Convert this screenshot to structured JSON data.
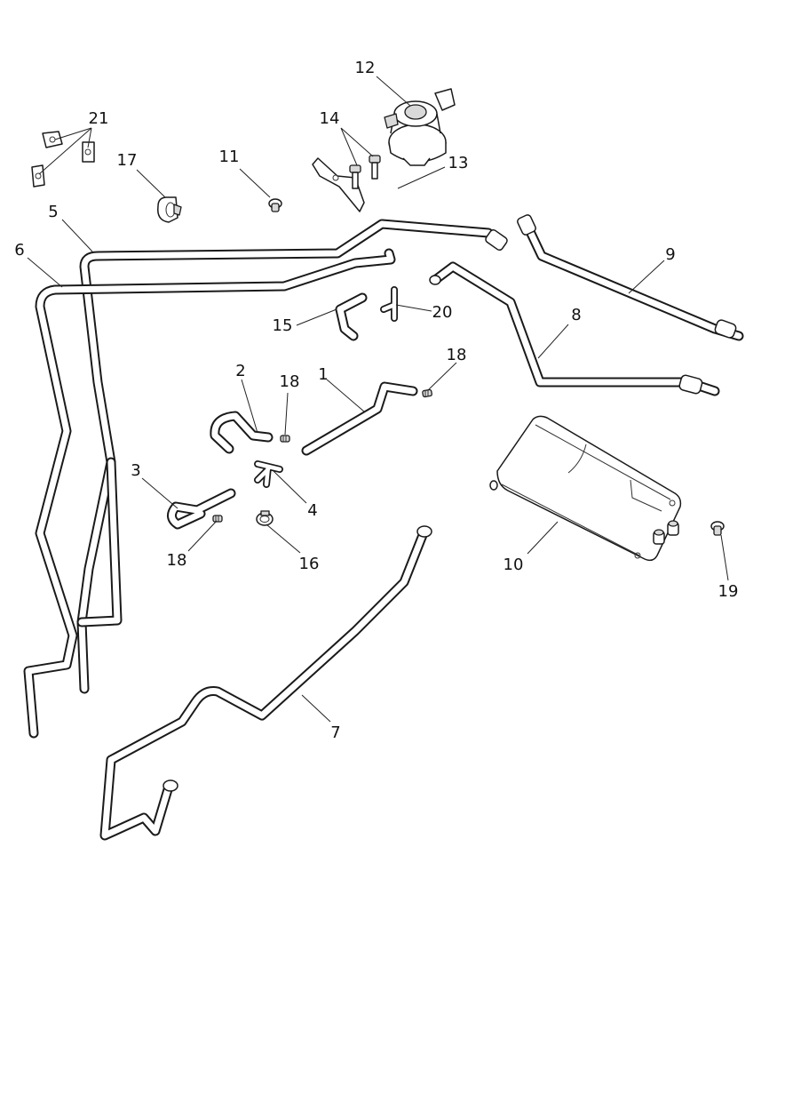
{
  "diagram": {
    "labels": [
      "1",
      "2",
      "3",
      "4",
      "5",
      "6",
      "7",
      "8",
      "9",
      "10",
      "11",
      "12",
      "13",
      "14",
      "15",
      "16",
      "17",
      "18",
      "18",
      "18",
      "19",
      "20",
      "21"
    ]
  }
}
